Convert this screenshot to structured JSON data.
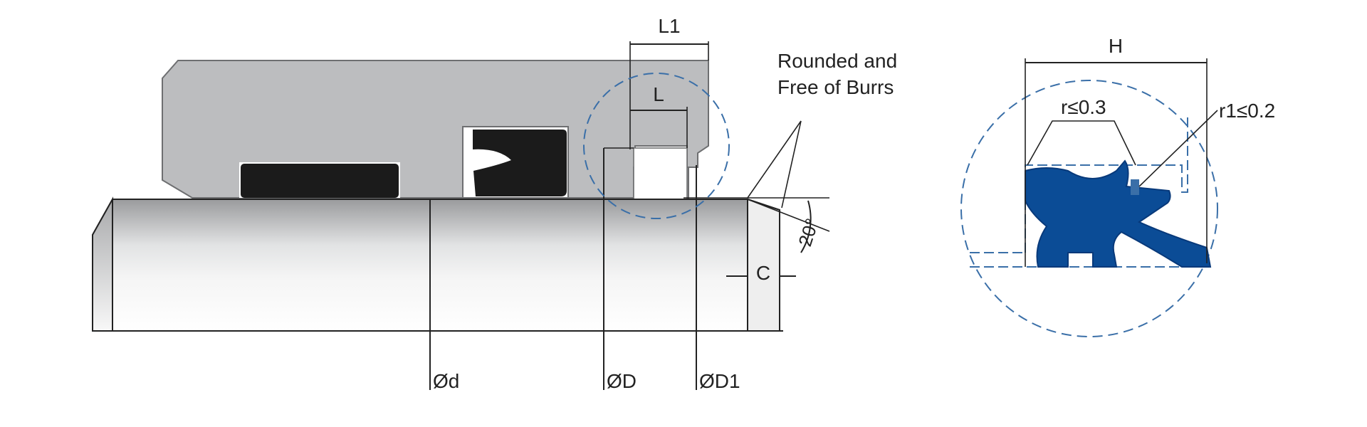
{
  "labels": {
    "L1": "L1",
    "L": "L",
    "H": "H",
    "rounded_line1": "Rounded and",
    "rounded_line2": "Free of Burrs",
    "r": "r≤0.3",
    "r1": "r1≤0.2",
    "C": "C",
    "angle": "20°",
    "d": "Ød",
    "D": "ØD",
    "D1": "ØD1"
  },
  "colors": {
    "housing": "#bcbdbf",
    "housing_edge": "#6e6f71",
    "seal_black": "#1b1b1b",
    "seal_blue": "#0b4c96",
    "seal_blue_edge": "#08397a",
    "detail_circle": "#3a6fa8",
    "line": "#222222"
  }
}
